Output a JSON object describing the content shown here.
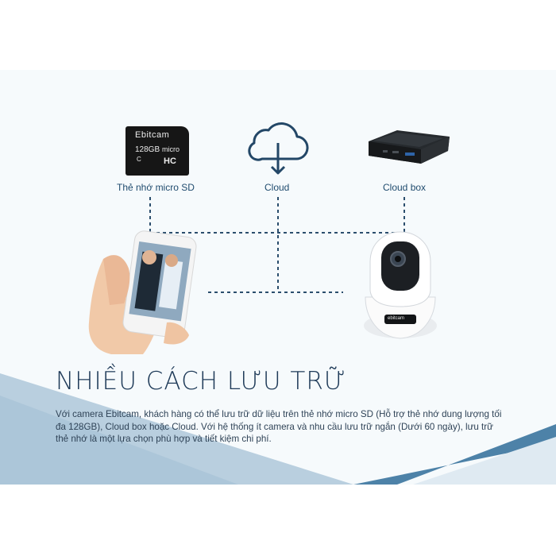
{
  "items": [
    {
      "label": "Thẻ nhớ micro SD",
      "icon": "micro-sd-card-icon"
    },
    {
      "label": "Cloud",
      "icon": "cloud-download-icon"
    },
    {
      "label": "Cloud box",
      "icon": "cloud-box-device-icon"
    }
  ],
  "sd_card": {
    "brand": "Ebitcam",
    "capacity": "128GB",
    "micro_text": "micro",
    "class_text": "C",
    "hc_text": "HC"
  },
  "camera": {
    "brand": "ebitcam"
  },
  "headline": "NHIỀU CÁCH LƯU TRỮ",
  "description": "Với camera Ebitcam, khách hàng có thể lưu trữ dữ liệu trên thẻ nhớ micro SD (Hỗ trợ thẻ nhớ dung lượng tối đa 128GB), Cloud box hoặc Cloud. Với hệ thống ít camera và nhu cầu lưu trữ ngắn (Dưới 60 ngày), lưu trữ thẻ nhớ là một lựa chọn phù hợp và tiết kiệm chi phí.",
  "colors": {
    "accent_navy": "#1f4b6e",
    "wave_light": "#aec8da",
    "wave_dark": "#4d82a8",
    "panel_bg": "#f6fafc"
  }
}
